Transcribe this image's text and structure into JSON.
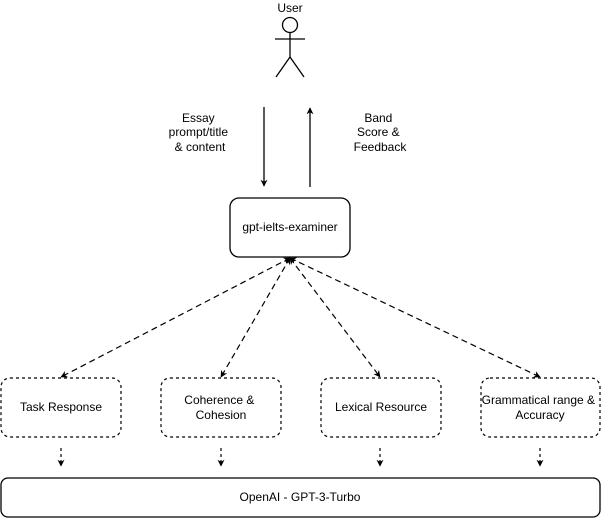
{
  "actor": {
    "label": "User"
  },
  "arrows": {
    "request_lines": [
      "Essay",
      "prompt/title",
      "& content"
    ],
    "response_lines": [
      "Band",
      "Score &",
      "Feedback"
    ]
  },
  "examiner": {
    "label": "gpt-ielts-examiner"
  },
  "criteria": [
    {
      "lines": [
        "Task Response"
      ]
    },
    {
      "lines": [
        "Coherence &",
        "Cohesion"
      ]
    },
    {
      "lines": [
        "Lexical Resource"
      ]
    },
    {
      "lines": [
        "Grammatical range &",
        "Accuracy"
      ]
    }
  ],
  "model": {
    "label": "OpenAI - GPT-3-Turbo"
  },
  "colors": {
    "stroke": "#000000",
    "background": "#ffffff"
  }
}
